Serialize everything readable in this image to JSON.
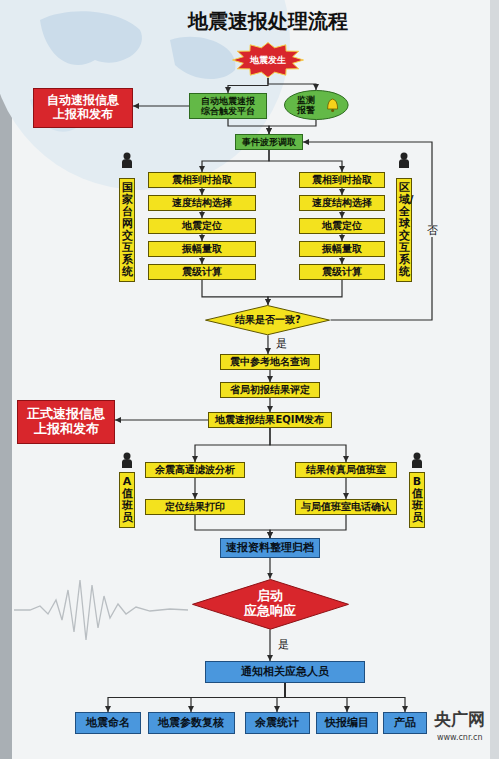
{
  "diagram": {
    "title": "地震速报处理流程",
    "nodes": [
      {
        "text": [
          "地震发生"
        ]
      },
      {
        "text": [
          "自动地震速报 综合触发平台"
        ]
      },
      {
        "text": [
          "监测 报警"
        ]
      },
      {
        "text": [
          "自动速报信息 上报和发布"
        ]
      },
      {
        "text": [
          "事件波形调取"
        ]
      },
      {
        "text": [
          "国家台网交互系统"
        ]
      },
      {
        "text": [
          "震相到时拾取"
        ]
      },
      {
        "text": [
          "速度结构选择"
        ]
      },
      {
        "text": [
          "地震定位"
        ]
      },
      {
        "text": [
          "振幅量取"
        ]
      },
      {
        "text": [
          "震级计算"
        ]
      },
      {
        "text": [
          "震相到时拾取"
        ]
      },
      {
        "text": [
          "速度结构选择"
        ]
      },
      {
        "text": [
          "地震定位"
        ]
      },
      {
        "text": [
          "振幅量取"
        ]
      },
      {
        "text": [
          "震级计算"
        ]
      },
      {
        "text": [
          "区域/全球交互系统"
        ]
      },
      {
        "text": [
          "结果是否一致?"
        ]
      },
      {
        "text": [
          "震中参考地名查询"
        ]
      },
      {
        "text": [
          "省局初报结果评定"
        ]
      },
      {
        "text": [
          "正式速报信息 上报和发布"
        ]
      },
      {
        "text": [
          "地震速报结果EQIM发布"
        ]
      },
      {
        "text": [
          "余震高通滤波分析"
        ]
      },
      {
        "text": [
          "定位结果打印"
        ]
      },
      {
        "text": [
          "A值班员"
        ]
      },
      {
        "text": [
          "结果传真局值班室"
        ]
      },
      {
        "text": [
          "与局值班室电话确认"
        ]
      },
      {
        "text": [
          "B值班员"
        ]
      },
      {
        "text": [
          "速报资料整理归档"
        ]
      },
      {
        "text": [
          "启动 应急响应"
        ]
      },
      {
        "text": [
          "通知相关应急人员"
        ]
      },
      {
        "text": [
          "地震命名"
        ]
      },
      {
        "text": [
          "地震参数复核"
        ]
      },
      {
        "text": [
          "余震统计"
        ]
      },
      {
        "text": [
          "快报编目"
        ]
      },
      {
        "text": [
          "产品"
        ]
      }
    ],
    "edges": [
      {
        "from": 0,
        "to": 1,
        "arrow": "to"
      },
      {
        "from": 0,
        "to": 2,
        "arrow": "to"
      },
      {
        "from": 1,
        "to": 3,
        "arrow": "to"
      },
      {
        "from": 1,
        "to": 4,
        "arrow": "to"
      },
      {
        "from": 2,
        "to": 4,
        "arrow": "to"
      },
      {
        "from": 4,
        "to": 6,
        "arrow": "to"
      },
      {
        "from": 4,
        "to": 11,
        "arrow": "to"
      },
      {
        "from": 6,
        "to": 7,
        "arrow": "to"
      },
      {
        "from": 7,
        "to": 8,
        "arrow": "to"
      },
      {
        "from": 8,
        "to": 9,
        "arrow": "to"
      },
      {
        "from": 9,
        "to": 10,
        "arrow": "to"
      },
      {
        "from": 11,
        "to": 12,
        "arrow": "to"
      },
      {
        "from": 12,
        "to": 13,
        "arrow": "to"
      },
      {
        "from": 13,
        "to": 14,
        "arrow": "to"
      },
      {
        "from": 14,
        "to": 15,
        "arrow": "to"
      },
      {
        "from": 10,
        "to": 17,
        "arrow": "to"
      },
      {
        "from": 15,
        "to": 17,
        "arrow": "to"
      },
      {
        "from": 17,
        "to": 4,
        "label": "否",
        "arrow": "to"
      },
      {
        "from": 17,
        "to": 18,
        "label": "是",
        "arrow": "to"
      },
      {
        "from": 18,
        "to": 19,
        "arrow": "to"
      },
      {
        "from": 19,
        "to": 21,
        "arrow": "to"
      },
      {
        "from": 21,
        "to": 20,
        "arrow": "to"
      },
      {
        "from": 21,
        "to": 22,
        "arrow": "to"
      },
      {
        "from": 21,
        "to": 25,
        "arrow": "to"
      },
      {
        "from": 22,
        "to": 23,
        "arrow": "to"
      },
      {
        "from": 25,
        "to": 26,
        "arrow": "to"
      },
      {
        "from": 23,
        "to": 28,
        "arrow": "to"
      },
      {
        "from": 26,
        "to": 28,
        "arrow": "to"
      },
      {
        "from": 28,
        "to": 29,
        "arrow": "to"
      },
      {
        "from": 29,
        "to": 30,
        "label": "是",
        "arrow": "to"
      },
      {
        "from": 30,
        "to": 31,
        "arrow": "to"
      },
      {
        "from": 30,
        "to": 32,
        "arrow": "to"
      },
      {
        "from": 30,
        "to": 33,
        "arrow": "to"
      },
      {
        "from": 30,
        "to": 34,
        "arrow": "to"
      },
      {
        "from": 30,
        "to": 35,
        "arrow": "to"
      }
    ],
    "labels": [
      "央广网",
      "www.cnr.cn"
    ]
  }
}
